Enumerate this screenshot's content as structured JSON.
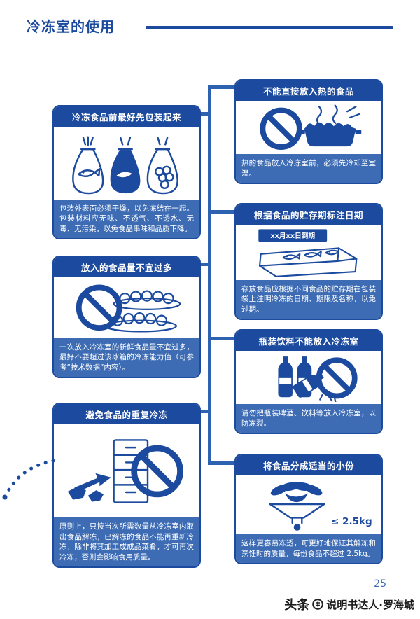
{
  "page": {
    "title": "冷冻室的使用",
    "page_number": "25",
    "watermark_brand": "头条",
    "watermark_handle": "说明书达人·罗海城"
  },
  "colors": {
    "dark_blue": "#1b4a9e",
    "caption_blue": "#3d6cb4",
    "connector_blue": "#2d62b0"
  },
  "icons": {
    "prohibition-icon": "circle-with-diagonal-slash",
    "toutiao-logo-icon": "circular-brand-logo"
  },
  "left_panels": [
    {
      "title": "冷冻食品前最好先包装起来",
      "caption": "包装外表面必须干燥，以免冻结在一起。包装材料应无味、不透气、不透水、无毒、无污染，以免食品串味和品质下降。"
    },
    {
      "title": "放入的食品量不宜过多",
      "caption": "一次放入冷冻室的新鲜食品量不宜过多，最好不要超过该冰箱的冷冻能力值（可参考“技术数据”内容）。"
    },
    {
      "title": "避免食品的重复冷冻",
      "caption": "原则上，只按当次所需数量从冷冻室内取出食品解冻，已解冻的食品不能再重新冷冻，除非将其加工成成品菜肴，才可再次冷冻，否则会影响食用质量。"
    }
  ],
  "right_panels": [
    {
      "title": "不能直接放入热的食品",
      "caption": "热的食品放入冷冻室前，必须先冷却至室温。"
    },
    {
      "title": "根据食品的贮存期标注日期",
      "caption": "存放食品应根据不同食品的贮存期在包装袋上注明冷冻的日期、期限及名称，以免过期。",
      "label": "xx月xx日到期"
    },
    {
      "title": "瓶装饮料不能放入冷冻室",
      "caption": "请勿把瓶装啤酒、饮料等放入冷冻室，以防冻裂。"
    },
    {
      "title": "将食品分成适当的小份",
      "caption": "这样更容易冻透，可更好地保证其解冻和烹饪时的质量，每份食品不超过 2.5kg。",
      "label": "≤ 2.5kg"
    }
  ]
}
